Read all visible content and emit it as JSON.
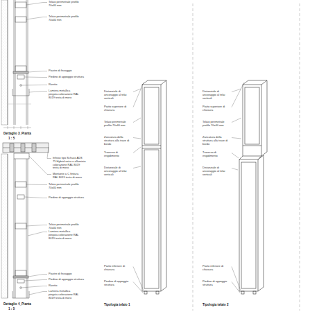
{
  "diagram": {
    "labels": [
      "Telaio perimetrale profilo 70x40 mm",
      "Telaio perimetrale profilo 70x40 mm",
      "Piastre di fissaggio",
      "Piedino di appoggio struttura",
      "Rivetto",
      "Lamiera metallica piegata colorazione RAL 8019 testa di moro",
      "Dettaglio 3_Pianta",
      "1 : 5",
      "Infisso tipo Schuco ADS 75 Hybrid vetro e alluminio colorazione RAL 8019 testa di moro",
      "Montante a C finitura RAL 8019 testa di moro",
      "Telaio perimetrale profilo 70x40 mm",
      "Piedino di appoggio struttura",
      "Telaio perimetrale profilo 70x40 mm",
      "Lamiera metallica piegata colorazione RAL 8019 testa di moro",
      "Piastre di fissaggio",
      "Piedino di appoggio struttura",
      "Rivetto",
      "Lamiera metallica piegata colorazione RAL 8019 testa di moro",
      "Dettaglio 4_Pianta",
      "1 : 5",
      "Distanziale di ancoraggio al telai verticali",
      "Piatto superiore di chiusura",
      "Telaio perimetrale profilo 70x40 mm",
      "Zancatura della struttura alla trave di bordo",
      "Traverso di irrigidimento",
      "Distanziale di ancoraggio al telai verticali",
      "Piatto inferiore di chiusura",
      "Piedino di appoggio struttura",
      "Tipologia telaio 1",
      "Distanziale di ancoraggio al telai verticali",
      "Piatto superiore di chiusura",
      "Telaio perimetrale profilo 70x40 mm",
      "Zancatura della struttura alla trave di bordo",
      "Traverso di irrigidimento",
      "Distanziale di ancoraggio al telai verticali",
      "Piatto inferiore di chiusura",
      "Piedino di appoggio struttura",
      "Tipologia telaio 2"
    ]
  }
}
